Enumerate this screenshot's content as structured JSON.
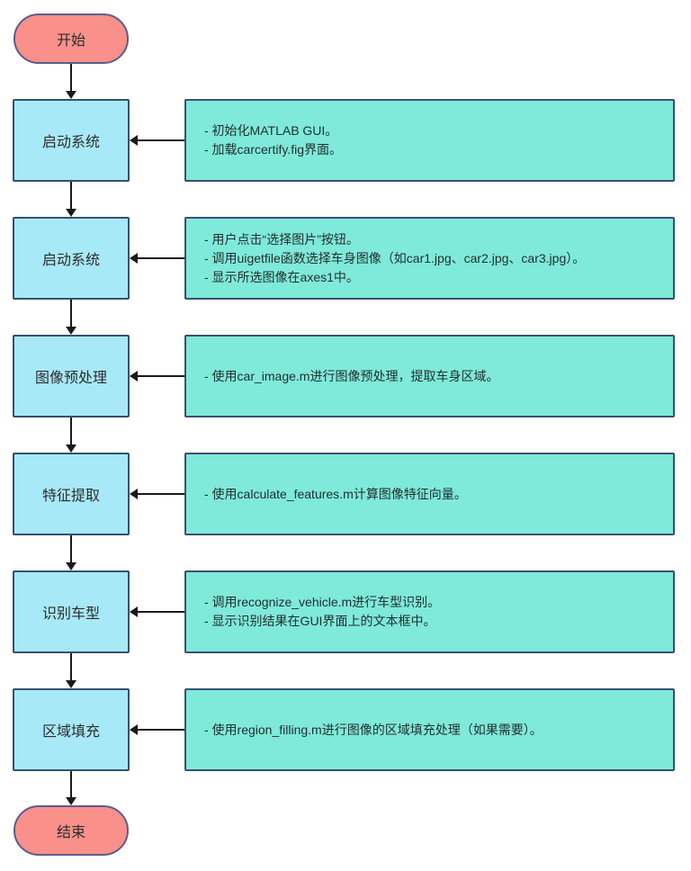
{
  "colors": {
    "canvas-bg": "#ffffff",
    "terminal-fill": "#f9908a",
    "terminal-border": "#5c5d8d",
    "node-fill": "#a8e9f7",
    "node-border": "#35516f",
    "note-fill": "#7fe9da",
    "note-border": "#3d4f73",
    "arrow": "#1a1a1a",
    "text": "#2d2d2d"
  },
  "diagram": {
    "start_label": "开始",
    "end_label": "结束",
    "rows": [
      {
        "node": "启动系统",
        "notes": [
          "- 初始化MATLAB GUI。",
          "- 加载carcertify.fig界面。"
        ]
      },
      {
        "node": "启动系统",
        "notes": [
          "- 用户点击“选择图片”按钮。",
          "- 调用uigetfile函数选择车身图像（如car1.jpg、car2.jpg、car3.jpg）。",
          "- 显示所选图像在axes1中。"
        ]
      },
      {
        "node": "图像预处理",
        "notes": [
          "- 使用car_image.m进行图像预处理，提取车身区域。"
        ]
      },
      {
        "node": "特征提取",
        "notes": [
          "- 使用calculate_features.m计算图像特征向量。"
        ]
      },
      {
        "node": "识别车型",
        "notes": [
          "- 调用recognize_vehicle.m进行车型识别。",
          "- 显示识别结果在GUI界面上的文本框中。"
        ]
      },
      {
        "node": "区域填充",
        "notes": [
          "- 使用region_filling.m进行图像的区域填充处理（如果需要）。"
        ]
      }
    ]
  }
}
